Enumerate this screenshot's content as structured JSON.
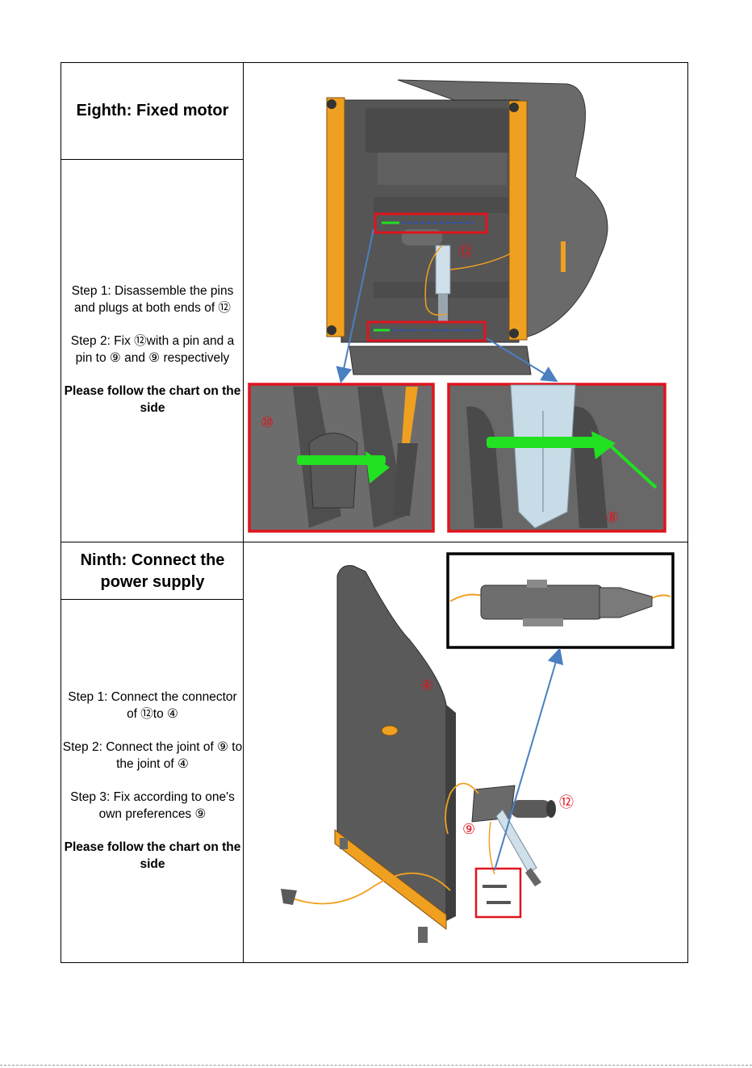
{
  "section8": {
    "title": "Eighth: Fixed motor",
    "step1": "Step 1: Disassemble the pins and plugs at both ends of ⑫",
    "step2": "Step 2: Fix ⑫with a pin and a pin to ⑨ and ⑨ respectively",
    "note": "Please follow the chart on the side",
    "callouts": {
      "motor": "⑫",
      "left_detail": "⑩",
      "right_detail": "⑧"
    }
  },
  "section9": {
    "title": "Ninth: Connect the power supply",
    "step1": "Step 1: Connect the connector of ⑫to ④",
    "step2": "Step 2: Connect the joint of ⑨ to the joint of ④",
    "step3": "Step 3: Fix according to one's own preferences ⑨",
    "note": "Please follow the chart on the side",
    "callouts": {
      "panel": "④",
      "motor": "⑫",
      "control": "⑨"
    }
  },
  "colors": {
    "frame_orange": "#f0a020",
    "body_gray": "#5a5a5a",
    "highlight_red": "#e0141e",
    "pin_green": "#22e022",
    "arrow_blue": "#4a7fc0"
  }
}
